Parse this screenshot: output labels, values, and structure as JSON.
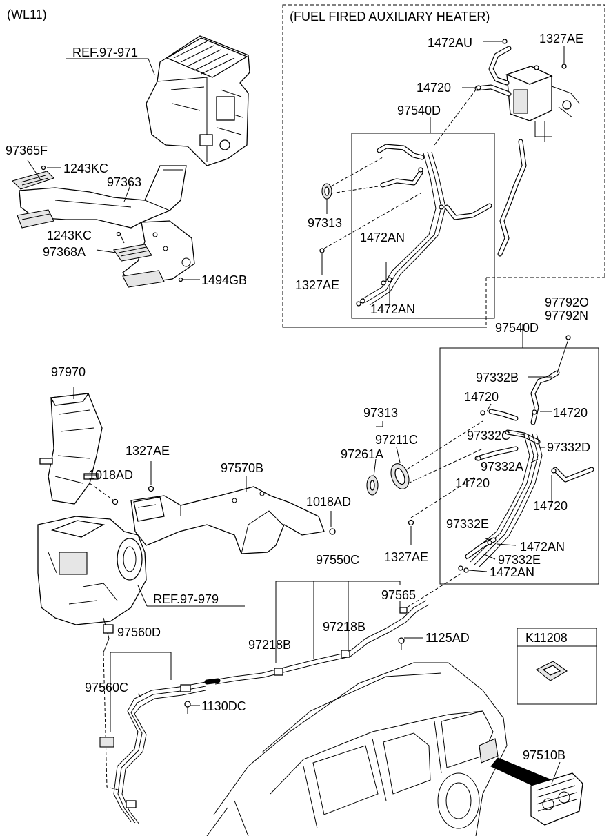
{
  "model_code": "(WL11)",
  "heater_title": "(FUEL FIRED AUXILIARY HEATER)",
  "labels": {
    "ref_97_971": "REF.97-971",
    "p97365F": "97365F",
    "p1243KC_a": "1243KC",
    "p97363": "97363",
    "p1243KC_b": "1243KC",
    "p97368A": "97368A",
    "p1494GB": "1494GB",
    "p1472AU": "1472AU",
    "p1327AE_top": "1327AE",
    "p14720_top": "14720",
    "p97540D_top": "97540D",
    "p97313_left": "97313",
    "p1327AE_left": "1327AE",
    "p1472AN_a": "1472AN",
    "p1472AN_b": "1472AN",
    "p97792O": "97792O",
    "p97792N": "97792N",
    "p97540D_right": "97540D",
    "p97332B": "97332B",
    "p14720_r1": "14720",
    "p14720_r2": "14720",
    "p97332C": "97332C",
    "p97332D": "97332D",
    "p97332A": "97332A",
    "p14720_r3": "14720",
    "p14720_r4": "14720",
    "p97332E_a": "97332E",
    "p1472AN_c": "1472AN",
    "p97332E_b": "97332E",
    "p1472AN_d": "1472AN",
    "p97970": "97970",
    "p1018AD_a": "1018AD",
    "p1327AE_mid": "1327AE",
    "p97570B": "97570B",
    "p1018AD_b": "1018AD",
    "p97313_mid": "97313",
    "p97211C": "97211C",
    "p97261A": "97261A",
    "p1327AE_r": "1327AE",
    "ref_97_979": "REF.97-979",
    "p97550C": "97550C",
    "p97565": "97565",
    "p97218B_a": "97218B",
    "p97218B_b": "97218B",
    "p1125AD": "1125AD",
    "p97560D": "97560D",
    "p97560C": "97560C",
    "p1130DC": "1130DC",
    "k11208": "K11208",
    "p97510B": "97510B"
  }
}
